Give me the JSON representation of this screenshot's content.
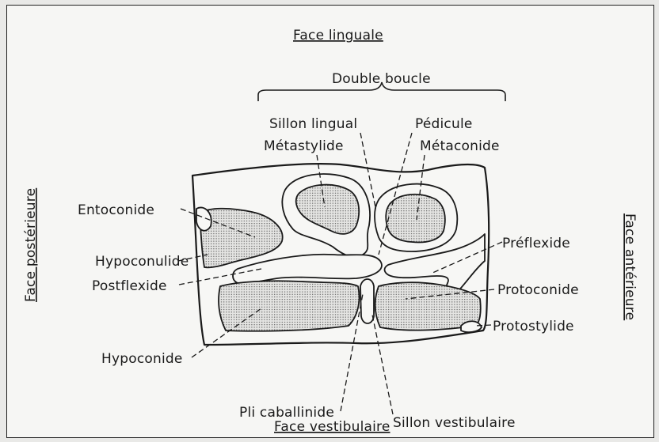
{
  "labels": {
    "face_linguale": "Face linguale",
    "double_boucle": "Double boucle",
    "sillon_lingual": "Sillon lingual",
    "pedicule": "Pédicule",
    "metastylide": "Métastylide",
    "metaconide": "Métaconide",
    "entoconide": "Entoconide",
    "hypoconulide": "Hypoconulide",
    "postflexide": "Postflexide",
    "hypoconide": "Hypoconide",
    "preflexide": "Préflexide",
    "protoconide": "Protoconide",
    "protostylide": "Protostylide",
    "pli_caballinide": "Pli caballinide",
    "sillon_vestibulaire": "Sillon vestibulaire",
    "face_vestibulaire": "Face vestibulaire",
    "face_posterieure": "Face postérieure",
    "face_anterieure": "Face antérieure"
  }
}
